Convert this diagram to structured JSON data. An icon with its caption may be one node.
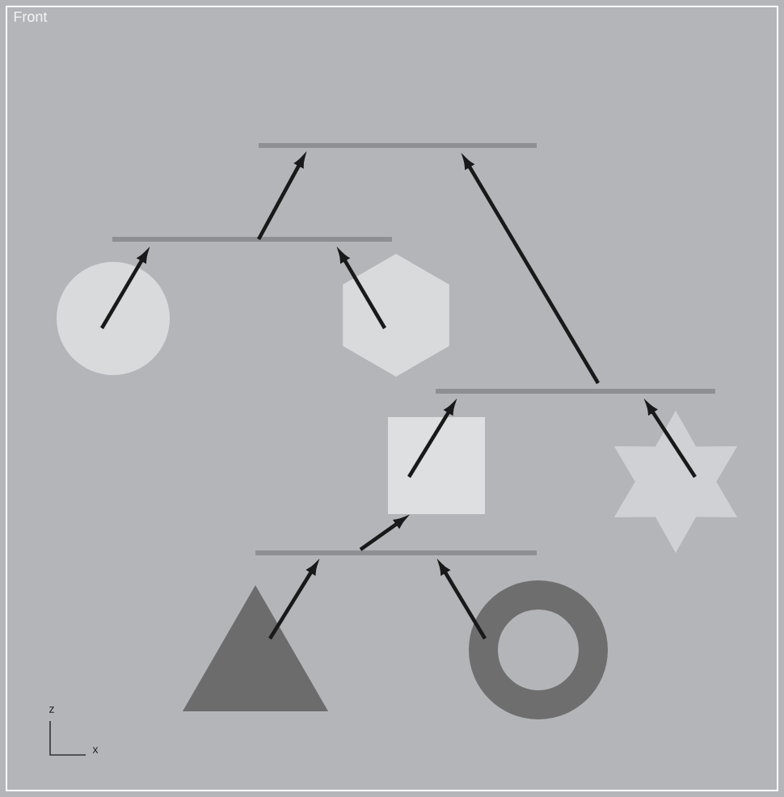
{
  "diagram": {
    "nodes": [
      {
        "text": [],
        "shape": "bar"
      },
      {
        "text": [],
        "shape": "bar"
      },
      {
        "text": [],
        "shape": "circle"
      },
      {
        "text": [],
        "shape": "hexagon"
      },
      {
        "text": [],
        "shape": "bar"
      },
      {
        "text": [],
        "shape": "square"
      },
      {
        "text": [],
        "shape": "star"
      },
      {
        "text": [],
        "shape": "bar"
      },
      {
        "text": [],
        "shape": "triangle"
      },
      {
        "text": [],
        "shape": "ring"
      }
    ],
    "edges": [
      {
        "from": 2,
        "to": 1,
        "arrow": "to"
      },
      {
        "from": 3,
        "to": 1,
        "arrow": "to"
      },
      {
        "from": 1,
        "to": 0,
        "arrow": "to"
      },
      {
        "from": 4,
        "to": 0,
        "arrow": "to"
      },
      {
        "from": 5,
        "to": 4,
        "arrow": "to"
      },
      {
        "from": 6,
        "to": 4,
        "arrow": "to"
      },
      {
        "from": 7,
        "to": 5,
        "arrow": "to"
      },
      {
        "from": 8,
        "to": 7,
        "arrow": "to"
      },
      {
        "from": 9,
        "to": 7,
        "arrow": "to"
      }
    ],
    "labels": [
      "Front",
      "z",
      "x"
    ]
  }
}
